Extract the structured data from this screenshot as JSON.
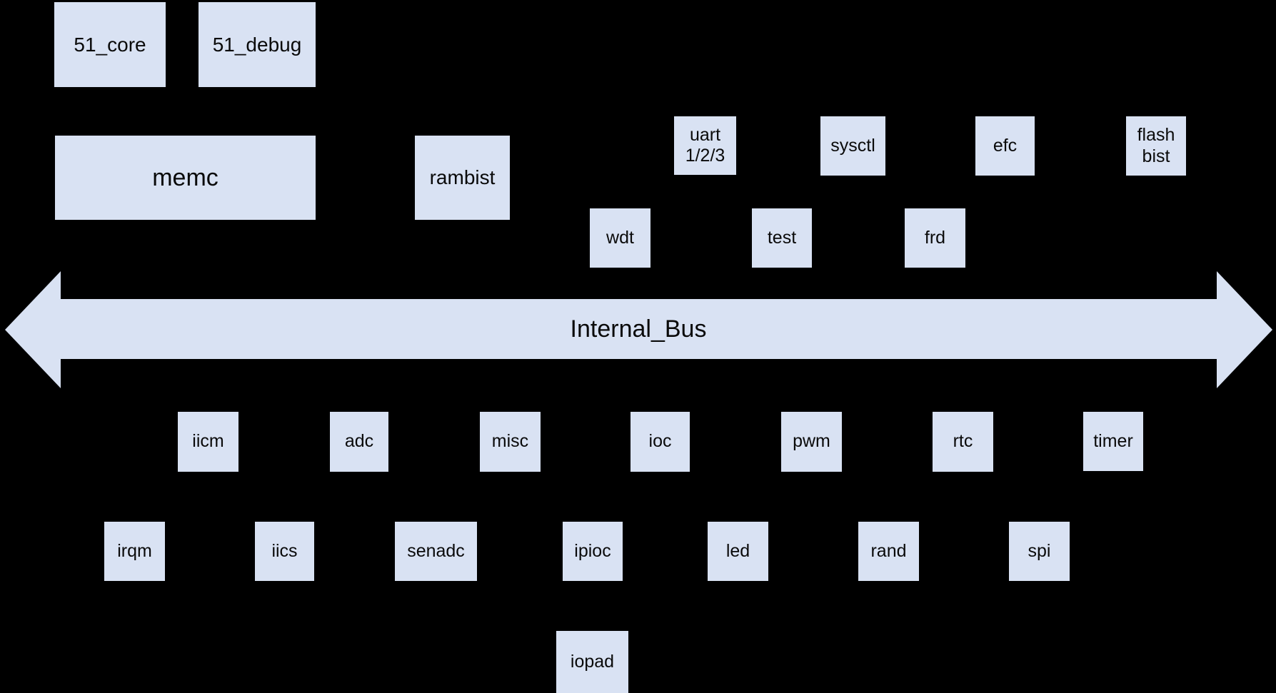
{
  "colors": {
    "background": "#000000",
    "block_fill": "#d9e2f3",
    "text": "#0a0a0a"
  },
  "diagram": {
    "type": "soc-block-diagram",
    "bus": {
      "label": "Internal_Bus"
    },
    "blocks": {
      "core51": {
        "label": "51_core"
      },
      "debug51": {
        "label": "51_debug"
      },
      "memc": {
        "label": "memc"
      },
      "rambist": {
        "label": "rambist"
      },
      "uart": {
        "label": "uart\n1/2/3"
      },
      "sysctl": {
        "label": "sysctl"
      },
      "efc": {
        "label": "efc"
      },
      "flashbist": {
        "label": "flash\nbist"
      },
      "wdt": {
        "label": "wdt"
      },
      "test": {
        "label": "test"
      },
      "frd": {
        "label": "frd"
      },
      "iicm": {
        "label": "iicm"
      },
      "adc": {
        "label": "adc"
      },
      "misc": {
        "label": "misc"
      },
      "ioc": {
        "label": "ioc"
      },
      "pwm": {
        "label": "pwm"
      },
      "rtc": {
        "label": "rtc"
      },
      "timer": {
        "label": "timer"
      },
      "irqm": {
        "label": "irqm"
      },
      "iics": {
        "label": "iics"
      },
      "senadc": {
        "label": "senadc"
      },
      "ipioc": {
        "label": "ipioc"
      },
      "led": {
        "label": "led"
      },
      "rand": {
        "label": "rand"
      },
      "spi": {
        "label": "spi"
      },
      "iopad": {
        "label": "iopad"
      }
    }
  }
}
